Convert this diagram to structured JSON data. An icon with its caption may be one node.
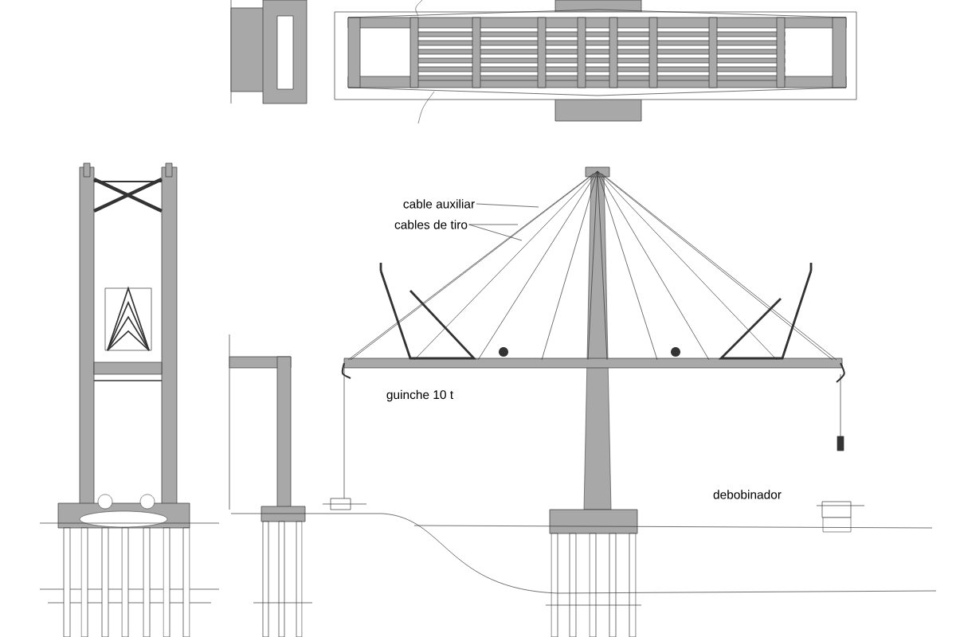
{
  "diagram": {
    "nodes": [
      {
        "text": [
          "cable auxiliar"
        ]
      },
      {
        "text": [
          "cables de tiro"
        ]
      }
    ],
    "edges": [
      {
        "from": 0,
        "to": null,
        "arrow": "none"
      },
      {
        "from": 1,
        "to": null,
        "arrow": "none"
      },
      {
        "from": 1,
        "to": null,
        "arrow": "none"
      }
    ],
    "labels": [
      "guinche 10 t",
      "debobinador"
    ]
  }
}
